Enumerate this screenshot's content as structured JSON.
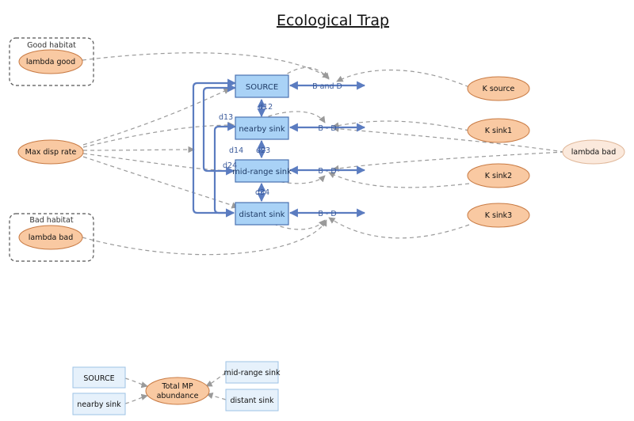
{
  "title": "Ecological Trap",
  "habitat_boxes": {
    "good": {
      "label": "Good habitat",
      "node": "lambda good"
    },
    "bad": {
      "label": "Bad habitat",
      "node": "lambda bad"
    }
  },
  "stocks": {
    "source": "SOURCE",
    "nearby": "nearby sink",
    "midrange": "mid-range sink",
    "distant": "distant sink"
  },
  "flows": {
    "source": "B and D",
    "nearby": "B - D",
    "midrange": "B - D",
    "distant": "B - D"
  },
  "converters": {
    "max_disp": "Max disp rate",
    "k_source": "K source",
    "k_sink1": "K sink1",
    "k_sink2": "K sink2",
    "k_sink3": "K sink3",
    "lambda_bad_ghost": "lambda bad"
  },
  "distances": {
    "d12": "d12",
    "d13": "d13",
    "d14": "d14",
    "d23": "d23",
    "d24": "d24",
    "d34": "d34"
  },
  "total_panel": {
    "source": "SOURCE",
    "nearby": "nearby sink",
    "midrange": "mid-range sink",
    "distant": "distant sink",
    "total_line1": "Total MP",
    "total_line2": "abundance"
  },
  "colors": {
    "stock_fill": "#a9d2f6",
    "stock_stroke": "#4a72b0",
    "flow": "#5b7cc0",
    "converter_fill": "#f9c9a2",
    "converter_stroke": "#c87a43",
    "ghost_fill": "#fbe9dc",
    "ghost_stroke": "#e0b89a",
    "connector": "#9a9a9a",
    "ghost_box_fill": "#e6f1fb",
    "ghost_box_stroke": "#9ec3e6"
  }
}
